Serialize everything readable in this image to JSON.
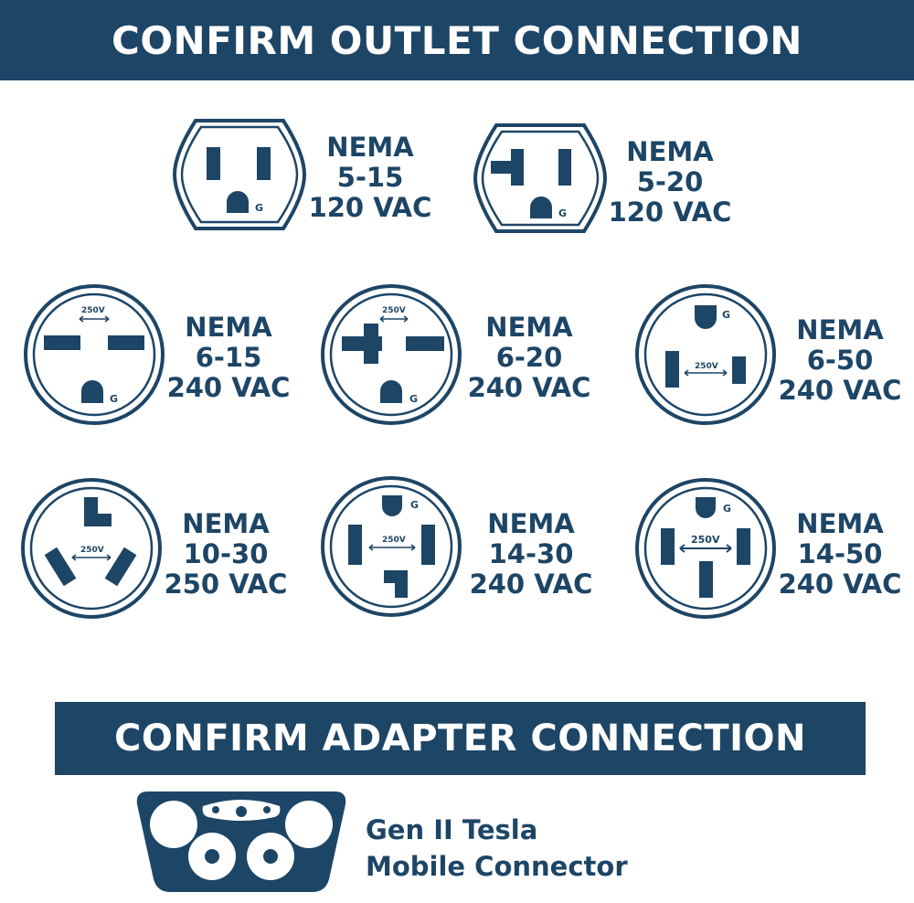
{
  "headers": {
    "outlet": "CONFIRM OUTLET CONNECTION",
    "adapter": "CONFIRM ADAPTER CONNECTION"
  },
  "colors": {
    "primary": "#1d4566",
    "background": "#ffffff"
  },
  "outlets": [
    {
      "id": "nema-5-15",
      "line1": "NEMA",
      "line2": "5-15",
      "line3": "120 VAC",
      "ground": "G",
      "voltage_mark": ""
    },
    {
      "id": "nema-5-20",
      "line1": "NEMA",
      "line2": "5-20",
      "line3": "120 VAC",
      "ground": "G",
      "voltage_mark": ""
    },
    {
      "id": "nema-6-15",
      "line1": "NEMA",
      "line2": "6-15",
      "line3": "240 VAC",
      "ground": "G",
      "voltage_mark": "250V"
    },
    {
      "id": "nema-6-20",
      "line1": "NEMA",
      "line2": "6-20",
      "line3": "240 VAC",
      "ground": "G",
      "voltage_mark": "250V"
    },
    {
      "id": "nema-6-50",
      "line1": "NEMA",
      "line2": "6-50",
      "line3": "240 VAC",
      "ground": "G",
      "voltage_mark": "250V"
    },
    {
      "id": "nema-10-30",
      "line1": "NEMA",
      "line2": "10-30",
      "line3": "250 VAC",
      "ground": "",
      "voltage_mark": "250V"
    },
    {
      "id": "nema-14-30",
      "line1": "NEMA",
      "line2": "14-30",
      "line3": "240 VAC",
      "ground": "G",
      "voltage_mark": "250V"
    },
    {
      "id": "nema-14-50",
      "line1": "NEMA",
      "line2": "14-50",
      "line3": "240 VAC",
      "ground": "G",
      "voltage_mark": "250V"
    }
  ],
  "connector": {
    "line1": "Gen II Tesla",
    "line2": "Mobile Connector",
    "icon": "tesla-connector-icon"
  }
}
